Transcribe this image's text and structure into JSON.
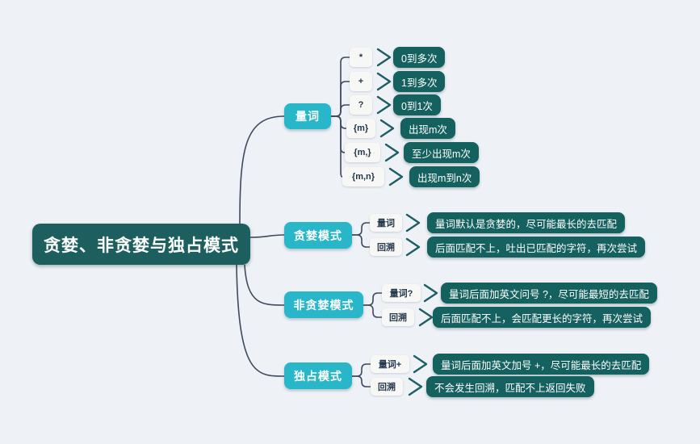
{
  "root": {
    "label": "贪婪、非贪婪与独占模式"
  },
  "branches": [
    {
      "label": "量词",
      "children": [
        {
          "label": "*",
          "leaf": "0到多次"
        },
        {
          "label": "+",
          "leaf": "1到多次"
        },
        {
          "label": "?",
          "leaf": "0到1次"
        },
        {
          "label": "{m}",
          "leaf": "出现m次"
        },
        {
          "label": "{m,}",
          "leaf": "至少出现m次"
        },
        {
          "label": "{m,n}",
          "leaf": "出现m到n次"
        }
      ]
    },
    {
      "label": "贪婪模式",
      "children": [
        {
          "label": "量词",
          "leaf": "量词默认是贪婪的，尽可能最长的去匹配"
        },
        {
          "label": "回溯",
          "leaf": "后面匹配不上，吐出已匹配的字符，再次尝试"
        }
      ]
    },
    {
      "label": "非贪婪模式",
      "children": [
        {
          "label": "量词?",
          "leaf": "量词后面加英文问号 ?，尽可能最短的去匹配"
        },
        {
          "label": "回溯",
          "leaf": "后面匹配不上，会匹配更长的字符，再次尝试"
        }
      ]
    },
    {
      "label": "独占模式",
      "children": [
        {
          "label": "量词+",
          "leaf": "量词后面加英文加号 +，尽可能最长的去匹配"
        },
        {
          "label": "回溯",
          "leaf": "不会发生回溯，匹配不上返回失败"
        }
      ]
    }
  ],
  "colors": {
    "background": "#eef1f6",
    "root_bg": "#1d5f5e",
    "branch_bg": "#29b6c8",
    "leaf_bg": "#15615f",
    "child_label_bg": "#f7f8f5",
    "child_label_text": "#23374d",
    "connector_line": "#3f4a5f",
    "chevron": "#1c5e63",
    "node_text": "#ffffff"
  }
}
